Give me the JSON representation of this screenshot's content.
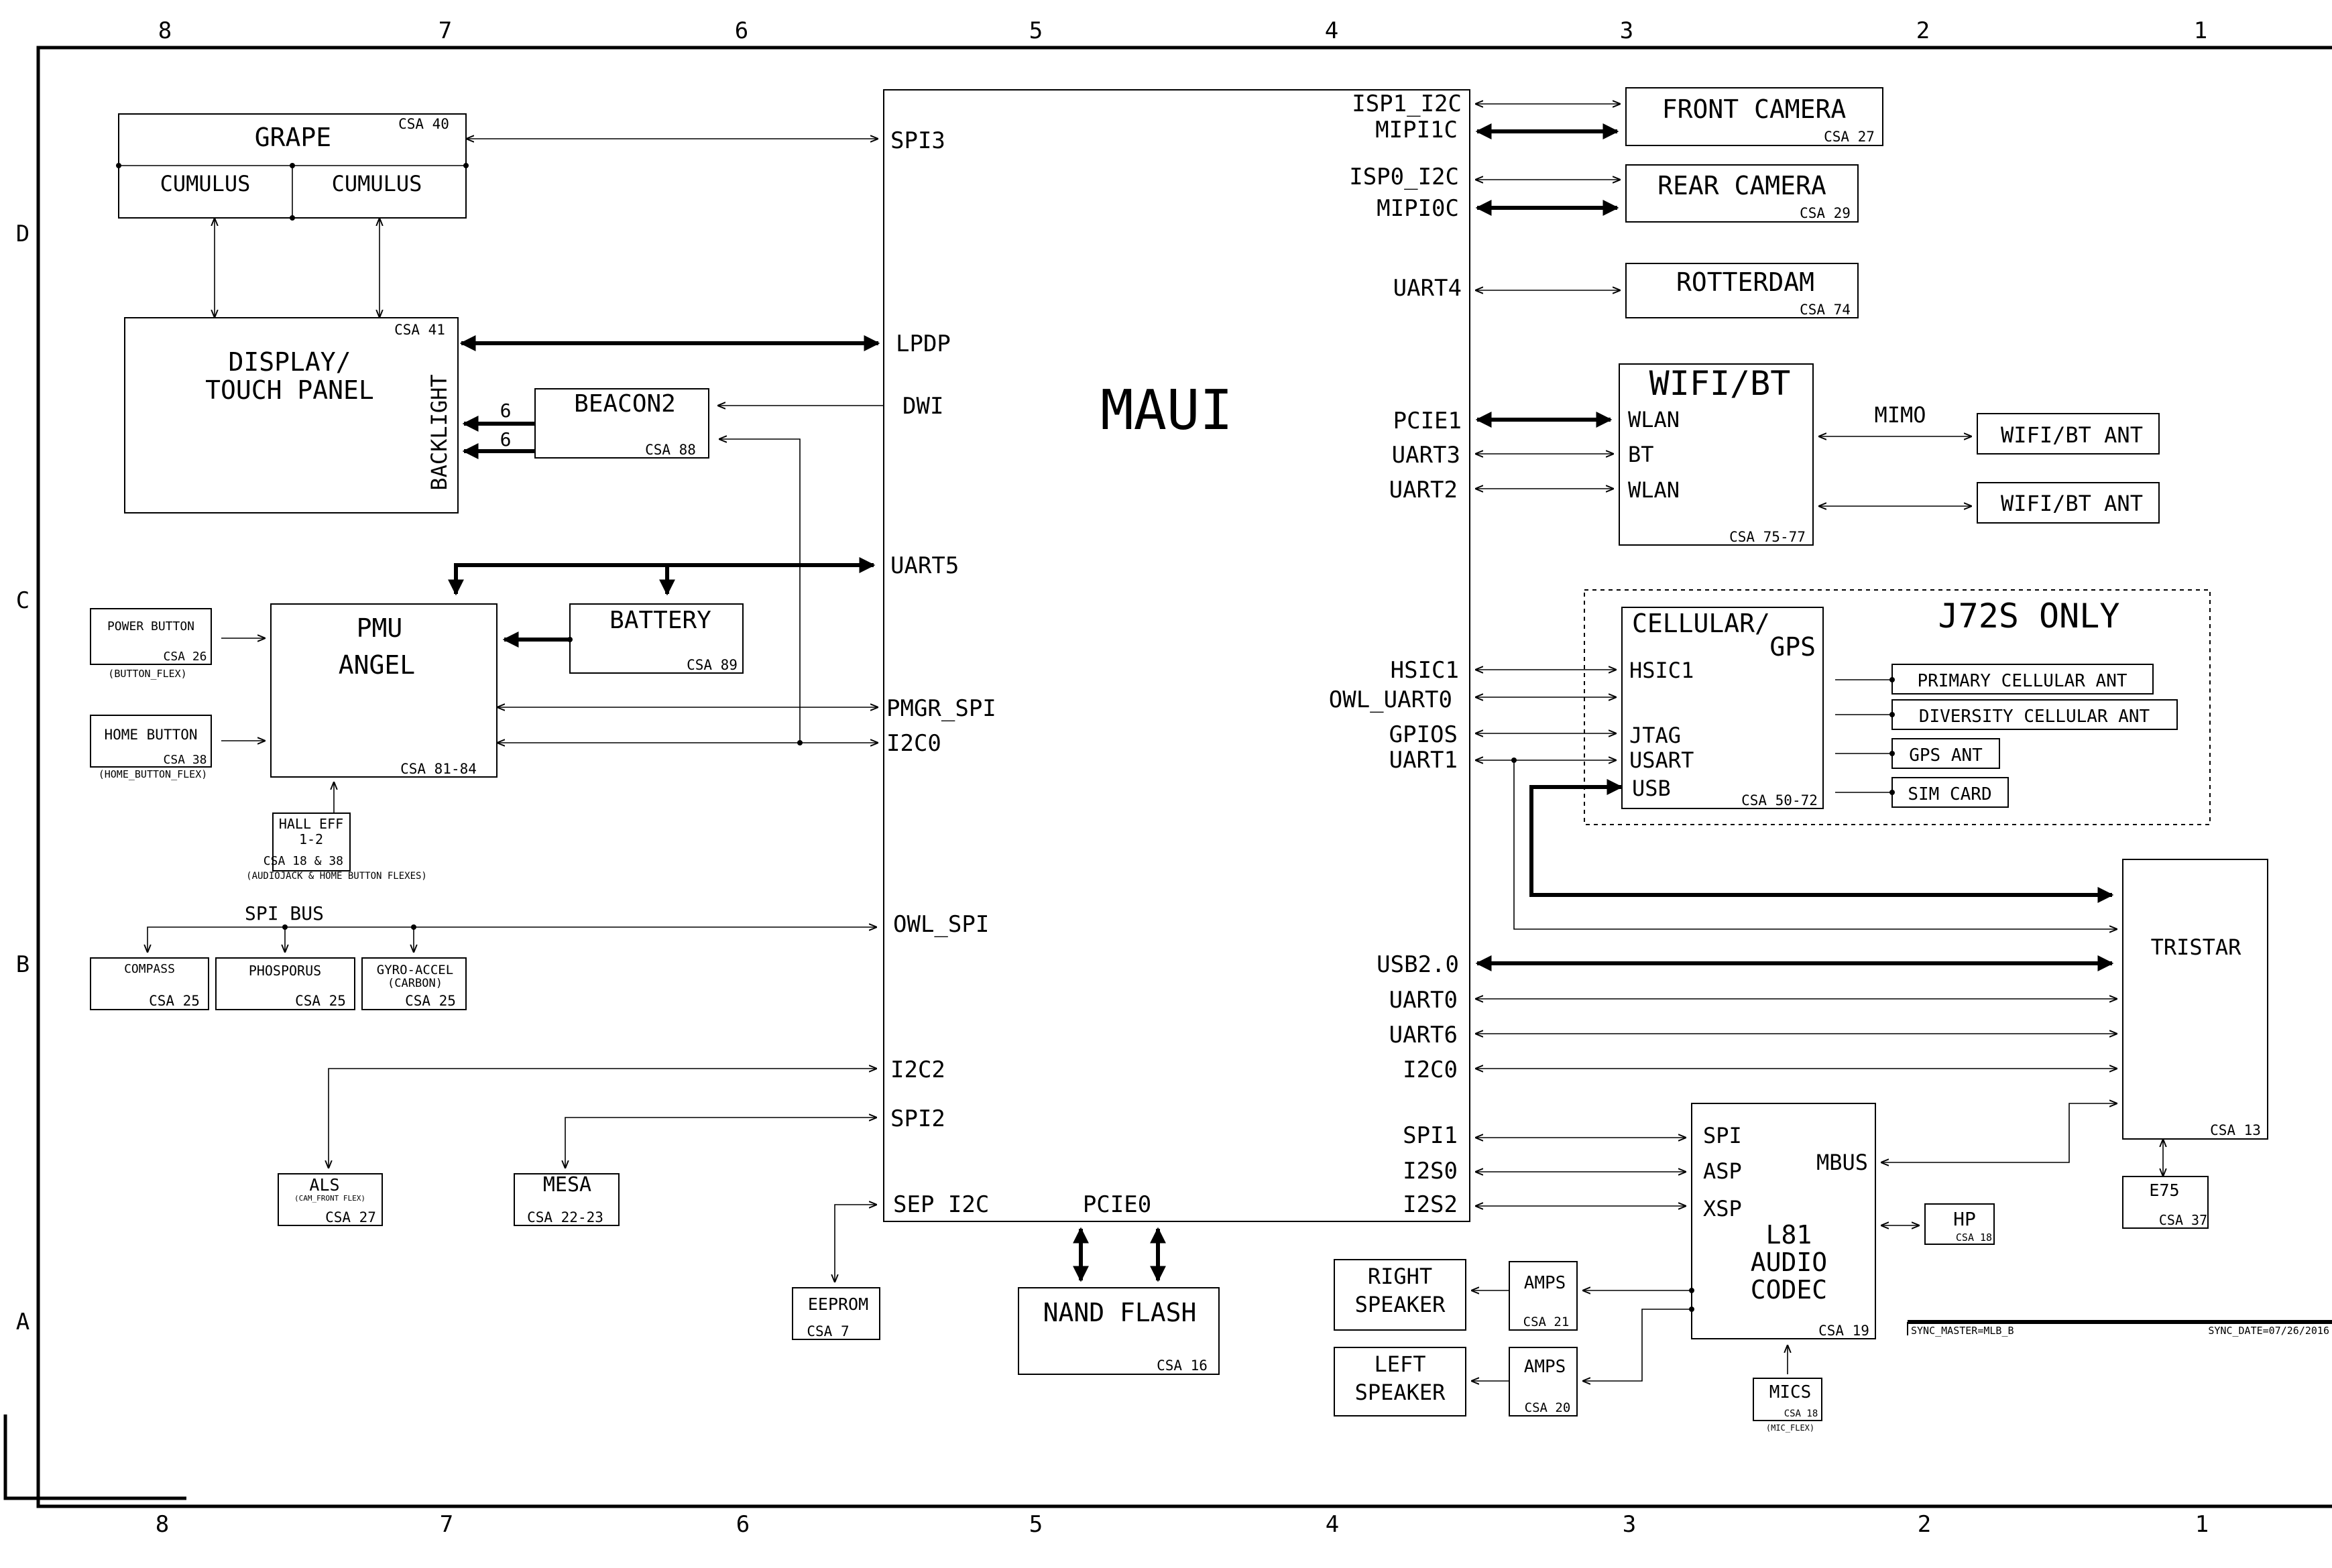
{
  "frame": {
    "columns": [
      "8",
      "7",
      "6",
      "5",
      "4",
      "3",
      "2",
      "1"
    ],
    "rows": [
      "D",
      "C",
      "B",
      "A"
    ]
  },
  "maui": {
    "title": "MAUI",
    "left_ports": {
      "spi3": "SPI3",
      "lpdp": "LPDP",
      "dwi": "DWI",
      "uart5": "UART5",
      "pmgr_spi": "PMGR_SPI",
      "i2c0": "I2C0",
      "owl_spi": "OWL_SPI",
      "i2c2": "I2C2",
      "spi2": "SPI2",
      "sep_i2c": "SEP I2C"
    },
    "bottom_port": "PCIE0",
    "right_ports": {
      "isp1_i2c": "ISP1_I2C",
      "mipi1c": "MIPI1C",
      "isp0_i2c": "ISP0_I2C",
      "mipi0c": "MIPI0C",
      "uart4": "UART4",
      "pcie1": "PCIE1",
      "uart3": "UART3",
      "uart2": "UART2",
      "hsic1": "HSIC1",
      "owl_uart0": "OWL_UART0",
      "gpios": "GPIOS",
      "uart1": "UART1",
      "usb2": "USB2.0",
      "uart0": "UART0",
      "uart6": "UART6",
      "i2c0": "I2C0",
      "spi1": "SPI1",
      "i2s0": "I2S0",
      "i2s2": "I2S2"
    }
  },
  "blocks": {
    "grape": {
      "title": "GRAPE",
      "csa": "CSA 40",
      "sub1": "CUMULUS",
      "sub2": "CUMULUS"
    },
    "display": {
      "line1": "DISPLAY/",
      "line2": "TOUCH PANEL",
      "csa": "CSA 41",
      "side": "BACKLIGHT"
    },
    "beacon": {
      "title": "BEACON2",
      "csa": "CSA 88",
      "wire1": "6",
      "wire2": "6"
    },
    "pmu": {
      "line1": "PMU",
      "line2": "ANGEL",
      "csa": "CSA 81-84"
    },
    "battery": {
      "title": "BATTERY",
      "csa": "CSA 89"
    },
    "power_button": {
      "title": "POWER BUTTON",
      "csa": "CSA 26",
      "note": "(BUTTON_FLEX)"
    },
    "home_button": {
      "title": "HOME BUTTON",
      "csa": "CSA 38",
      "note": "(HOME_BUTTON_FLEX)"
    },
    "hall": {
      "line1": "HALL EFF",
      "line2": "1-2",
      "csa": "CSA 18 & 38",
      "note": "(AUDIOJACK & HOME BUTTON FLEXES)"
    },
    "spi_bus": {
      "label": "SPI BUS"
    },
    "compass": {
      "title": "COMPASS",
      "csa": "CSA 25"
    },
    "phosporus": {
      "title": "PHOSPORUS",
      "csa": "CSA 25"
    },
    "gyro": {
      "line1": "GYRO-ACCEL",
      "line2": "(CARBON)",
      "csa": "CSA 25"
    },
    "als": {
      "title": "ALS",
      "note": "(CAM_FRONT FLEX)",
      "csa": "CSA 27"
    },
    "mesa": {
      "title": "MESA",
      "csa": "CSA 22-23"
    },
    "eeprom": {
      "title": "EEPROM",
      "csa": "CSA 7"
    },
    "nand": {
      "title": "NAND FLASH",
      "csa": "CSA 16"
    },
    "front_camera": {
      "title": "FRONT CAMERA",
      "csa": "CSA 27"
    },
    "rear_camera": {
      "title": "REAR CAMERA",
      "csa": "CSA 29"
    },
    "rotterdam": {
      "title": "ROTTERDAM",
      "csa": "CSA 74"
    },
    "wifi": {
      "title": "WIFI/BT",
      "p1": "WLAN",
      "p2": "BT",
      "p3": "WLAN",
      "csa": "CSA 75-77",
      "mimo": "MIMO"
    },
    "wifi_ant1": {
      "title": "WIFI/BT ANT"
    },
    "wifi_ant2": {
      "title": "WIFI/BT ANT"
    },
    "j72s": {
      "label": "J72S ONLY"
    },
    "cellular": {
      "line1": "CELLULAR/",
      "line2": "GPS",
      "p1": "HSIC1",
      "p2": "JTAG",
      "p3": "USART",
      "p4": "USB",
      "csa": "CSA 50-72"
    },
    "primary_ant": {
      "title": "PRIMARY CELLULAR ANT"
    },
    "diversity_ant": {
      "title": "DIVERSITY CELLULAR ANT"
    },
    "gps_ant": {
      "title": "GPS ANT"
    },
    "sim_card": {
      "title": "SIM CARD"
    },
    "tristar": {
      "title": "TRISTAR",
      "csa": "CSA 13"
    },
    "e75": {
      "title": "E75",
      "csa": "CSA 37"
    },
    "codec": {
      "p1": "SPI",
      "p2": "ASP",
      "p3": "XSP",
      "mbus": "MBUS",
      "line1": "L81",
      "line2": "AUDIO",
      "line3": "CODEC",
      "csa": "CSA 19"
    },
    "hp": {
      "title": "HP",
      "csa": "CSA 18"
    },
    "mics": {
      "title": "MICS",
      "csa": "CSA 18",
      "note": "(MIC_FLEX)"
    },
    "amp_right": {
      "title": "AMPS",
      "csa": "CSA 21"
    },
    "amp_left": {
      "title": "AMPS",
      "csa": "CSA 20"
    },
    "right_speaker": {
      "line1": "RIGHT",
      "line2": "SPEAKER"
    },
    "left_speaker": {
      "line1": "LEFT",
      "line2": "SPEAKER"
    }
  },
  "sync": {
    "master": "SYNC_MASTER=MLB_B",
    "date": "SYNC_DATE=07/26/2016"
  }
}
